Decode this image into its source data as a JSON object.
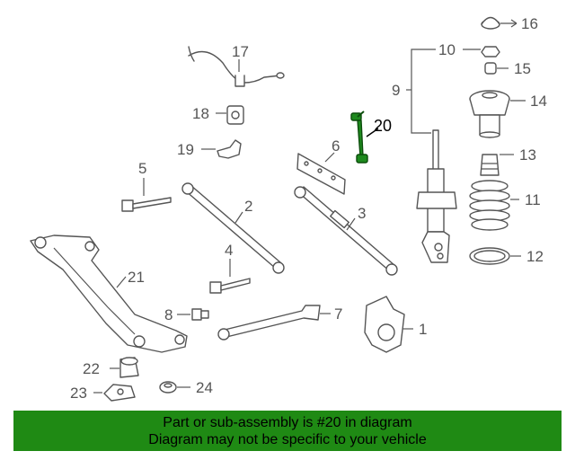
{
  "diagram": {
    "callouts": [
      "1",
      "2",
      "3",
      "4",
      "5",
      "6",
      "7",
      "8",
      "9",
      "10",
      "11",
      "12",
      "13",
      "14",
      "15",
      "16",
      "17",
      "18",
      "19",
      "20",
      "21",
      "22",
      "23",
      "24"
    ],
    "highlight_color": "#1e8a1e"
  },
  "banner": {
    "line1": "Part or sub-assembly is #20 in diagram",
    "line2": "Diagram may not be specific to your vehicle",
    "color": "#1f8a14"
  }
}
